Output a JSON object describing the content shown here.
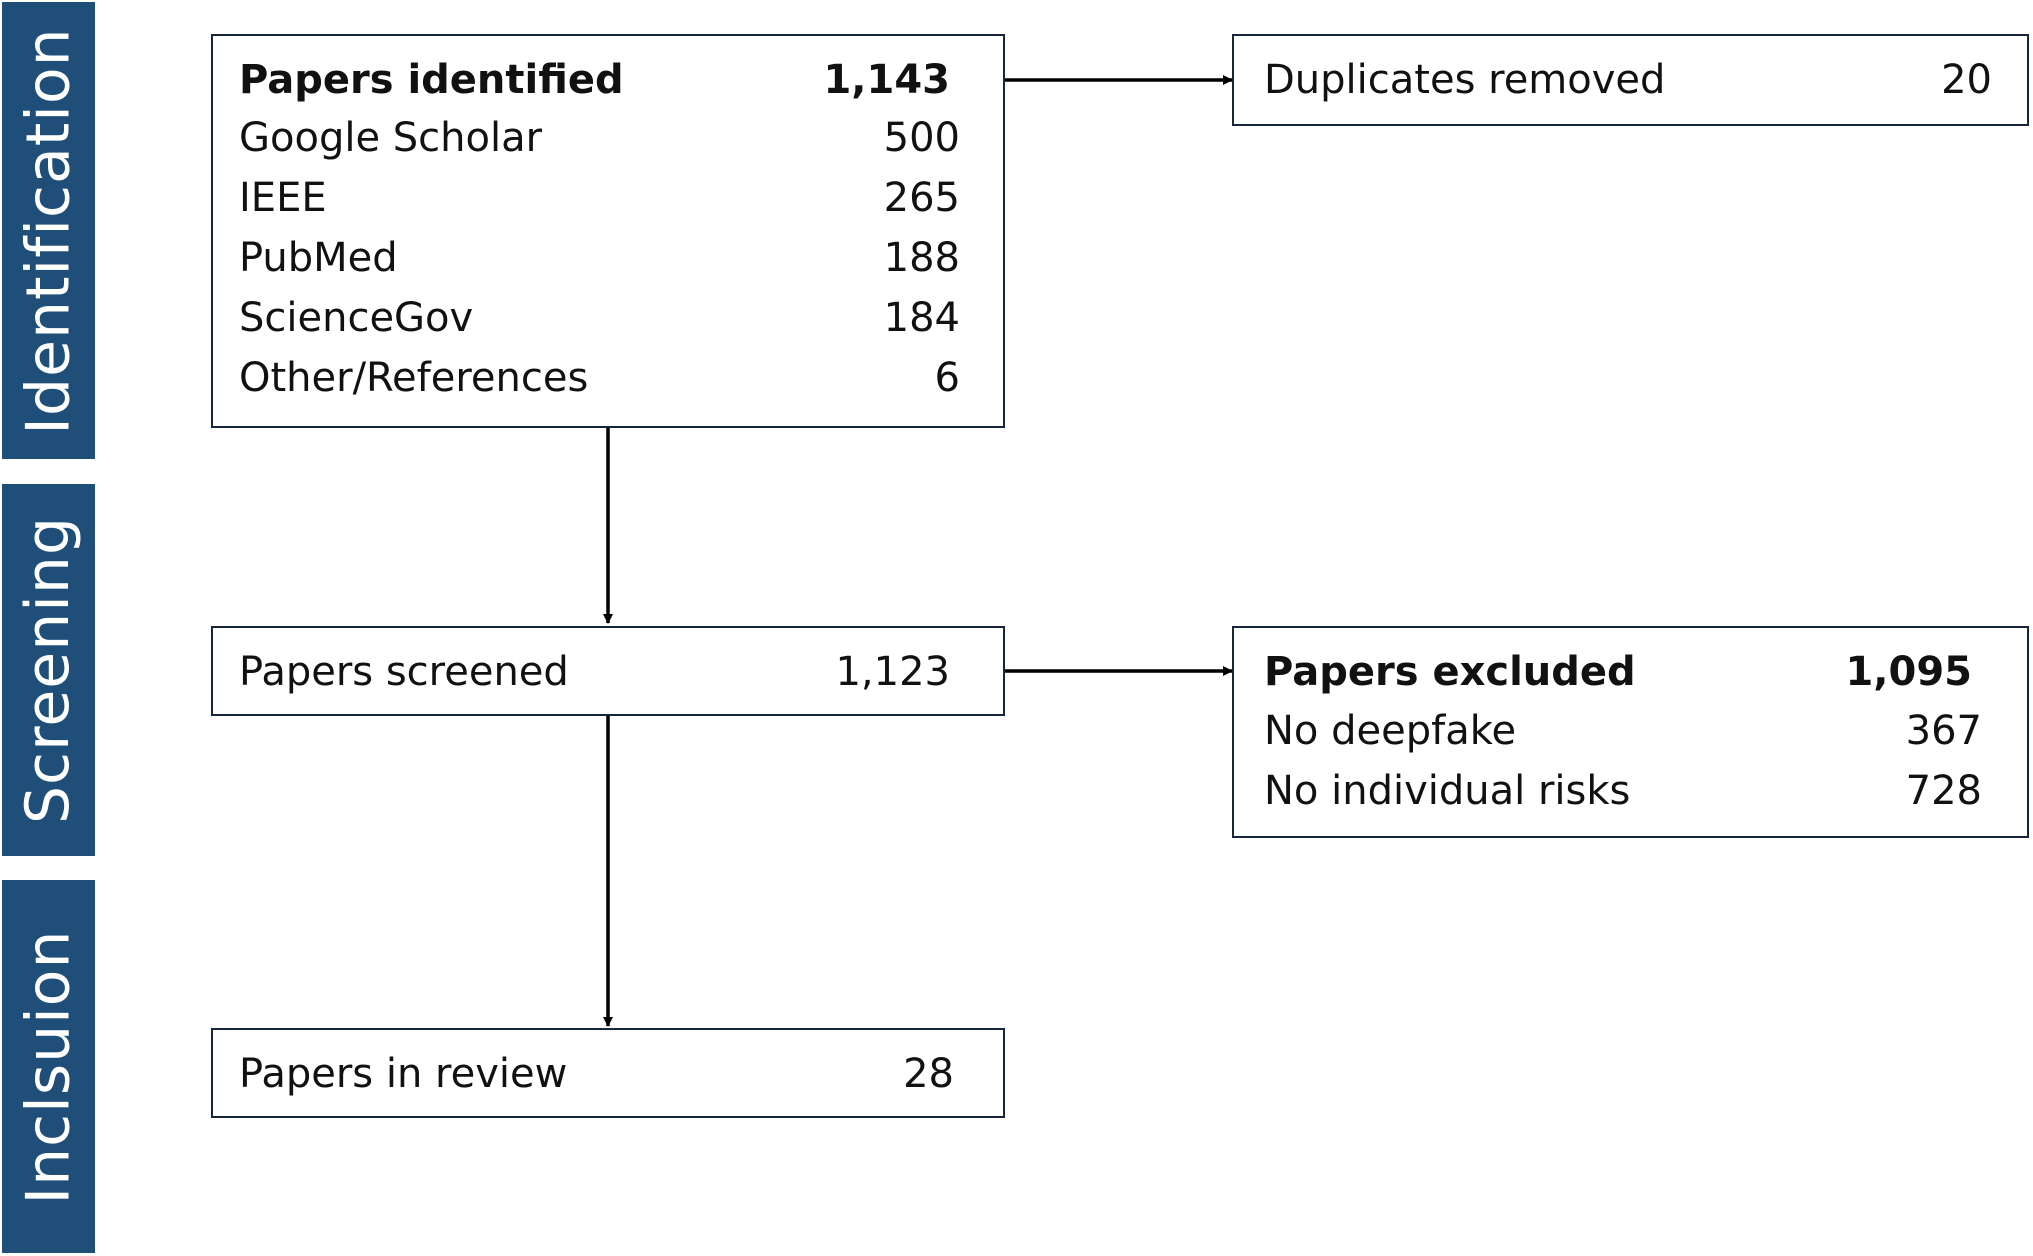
{
  "stages": {
    "identification": "Identification",
    "screening": "Screening",
    "inclusion": "Inclsuion"
  },
  "identified": {
    "title": "Papers identified",
    "total": "1,143",
    "sources": [
      {
        "name": "Google Scholar",
        "count": "500"
      },
      {
        "name": "IEEE",
        "count": "265"
      },
      {
        "name": "PubMed",
        "count": "188"
      },
      {
        "name": "ScienceGov",
        "count": "184"
      },
      {
        "name": "Other/References",
        "count": "6"
      }
    ]
  },
  "duplicates": {
    "label": "Duplicates removed",
    "count": "20"
  },
  "screened": {
    "label": "Papers screened",
    "count": "1,123"
  },
  "excluded": {
    "title": "Papers excluded",
    "total": "1,095",
    "reasons": [
      {
        "name": "No deepfake",
        "count": "367"
      },
      {
        "name": "No individual risks",
        "count": "728"
      }
    ]
  },
  "review": {
    "label": "Papers in review",
    "count": "28"
  },
  "colors": {
    "stage_fill": "#1f4e79",
    "box_border": "#17263a",
    "arrow": "#000000"
  }
}
